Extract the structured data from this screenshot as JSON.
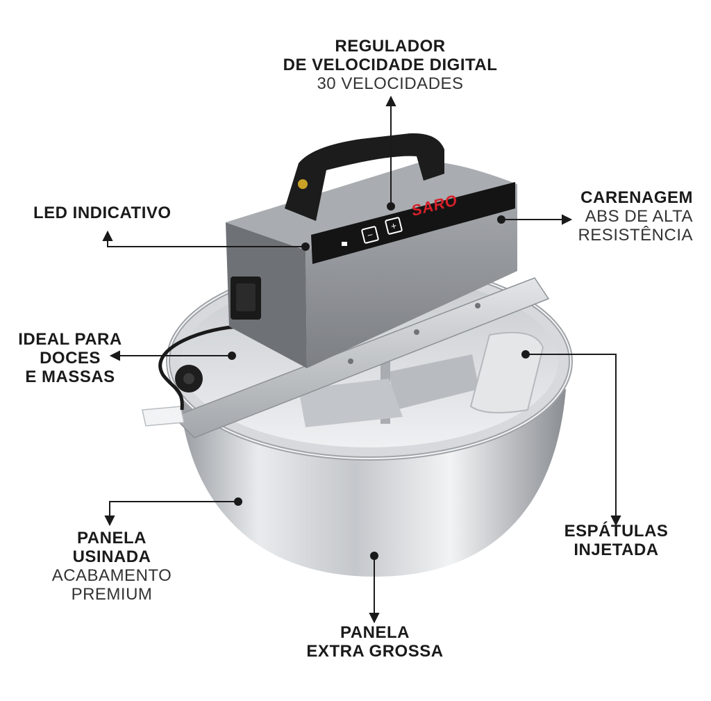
{
  "brand": {
    "logo": "SARO",
    "accent_color": "#d8202a"
  },
  "control_panel": {
    "minus_symbol": "−",
    "plus_symbol": "+"
  },
  "callouts": {
    "speed": {
      "line1": "REGULADOR",
      "line2": "DE VELOCIDADE DIGITAL",
      "line3": "30 VELOCIDADES"
    },
    "led": {
      "line1": "LED INDICATIVO"
    },
    "housing": {
      "line1": "CARENAGEM",
      "line2": "ABS DE ALTA",
      "line3": "RESISTÊNCIA"
    },
    "ideal": {
      "line1": "IDEAL PARA",
      "line2": "DOCES",
      "line3": "E MASSAS"
    },
    "spatula": {
      "line1": "ESPÁTULAS",
      "line2": "INJETADA"
    },
    "machined": {
      "line1": "PANELA",
      "line2": "USINADA",
      "line3": "ACABAMENTO",
      "line4": "PREMIUM"
    },
    "thick": {
      "line1": "PANELA",
      "line2": "EXTRA GROSSA"
    }
  },
  "colors": {
    "housing_gray": "#8f9296",
    "handle_black": "#1c1c1c",
    "steel_light": "#e6e8ea",
    "steel_dark": "#8e9296",
    "callout_line": "#1a1a1a"
  }
}
